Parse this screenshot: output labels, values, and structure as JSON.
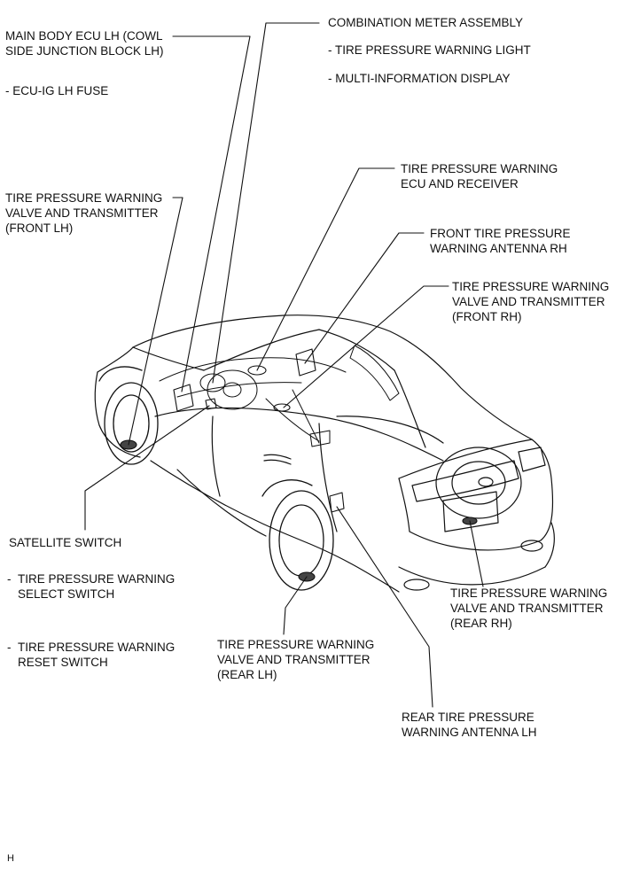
{
  "labels": {
    "main_body_ecu": [
      "MAIN BODY ECU LH (COWL",
      "SIDE JUNCTION BLOCK LH)"
    ],
    "ecu_ig_fuse": "- ECU-IG LH FUSE",
    "combination_meter": "COMBINATION METER ASSEMBLY",
    "tpw_light": "- TIRE PRESSURE WARNING LIGHT",
    "multi_info": "- MULTI-INFORMATION DISPLAY",
    "tpw_ecu": [
      "TIRE PRESSURE WARNING",
      "ECU AND RECEIVER"
    ],
    "front_antenna_rh": [
      "FRONT TIRE PRESSURE",
      "WARNING ANTENNA RH"
    ],
    "valve_front_lh": [
      "TIRE PRESSURE WARNING",
      "VALVE AND TRANSMITTER",
      "(FRONT LH)"
    ],
    "valve_front_rh": [
      "TIRE PRESSURE WARNING",
      "VALVE AND TRANSMITTER",
      "(FRONT RH)"
    ],
    "satellite_switch": "SATELLITE SWITCH",
    "select_switch": [
      "-",
      "TIRE PRESSURE WARNING",
      "SELECT SWITCH"
    ],
    "reset_switch": [
      "-",
      "TIRE PRESSURE WARNING",
      "RESET SWITCH"
    ],
    "valve_rear_lh": [
      "TIRE PRESSURE WARNING",
      "VALVE AND TRANSMITTER",
      "(REAR LH)"
    ],
    "valve_rear_rh": [
      "TIRE PRESSURE WARNING",
      "VALVE AND TRANSMITTER",
      "(REAR RH)"
    ],
    "rear_antenna_lh": [
      "REAR TIRE PRESSURE",
      "WARNING ANTENNA LH"
    ],
    "corner_mark": "H"
  },
  "colors": {
    "line": "#111111",
    "background": "#ffffff"
  }
}
